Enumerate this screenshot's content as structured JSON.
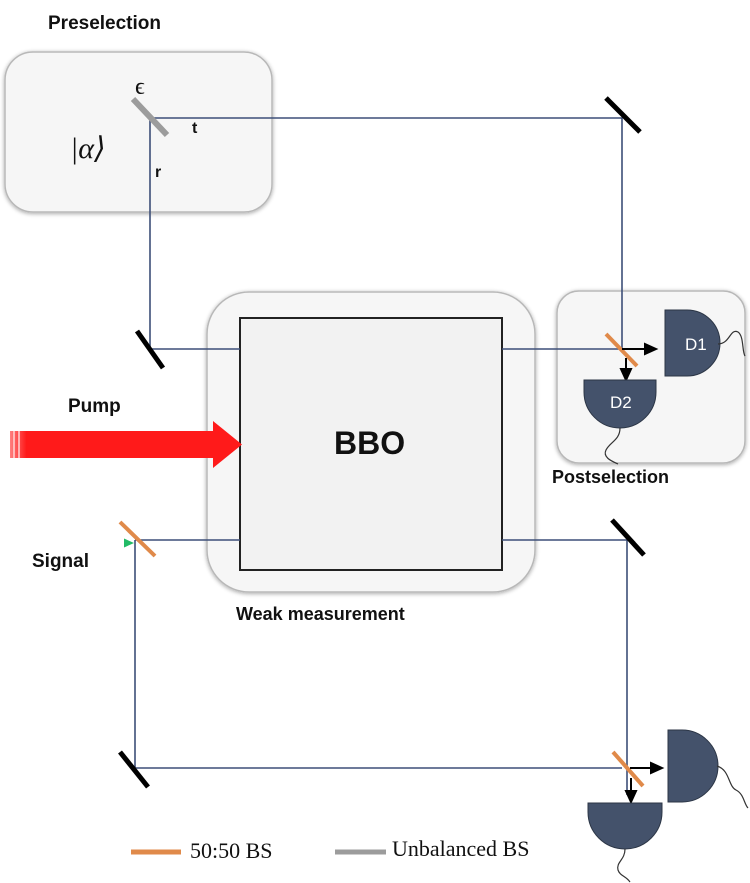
{
  "labels": {
    "preselection": "Preselection",
    "epsilon": "ϵ",
    "t": "t",
    "r": "r",
    "ket": "|α⟩",
    "pump": "Pump",
    "signal": "Signal",
    "bbo": "BBO",
    "weak_measurement": "Weak measurement",
    "postselection": "Postselection",
    "d1": "D1",
    "d2": "D2"
  },
  "legend": {
    "bs_5050": "50:50 BS",
    "bs_unbalanced": "Unbalanced BS"
  },
  "colors": {
    "beam": "#3d4f78",
    "bs_5050": "#e08a4a",
    "bs_unbalanced": "#9c9c9c",
    "mirror": "#000000",
    "detector": "#44526b",
    "pump": "#ff1a1a",
    "signal": "#33cc77",
    "input": "#6aa6e0",
    "box_fill": "#f2f2f2",
    "region_fill": "#f6f6f6",
    "region_stroke": "#b8b8b8"
  }
}
